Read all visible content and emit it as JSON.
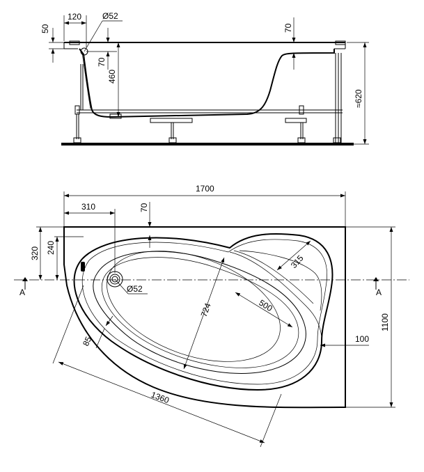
{
  "side_view": {
    "dims": {
      "d120": "120",
      "d52_top": "Ø52",
      "d50": "50",
      "d70_left": "70",
      "d460": "460",
      "d70_right": "70",
      "d620": "≈620"
    }
  },
  "plan_view": {
    "dims": {
      "d1700": "1700",
      "d310": "310",
      "d70": "70",
      "d320": "320",
      "d240": "240",
      "d52": "Ø52",
      "d315": "315",
      "d724": "724",
      "d500": "500",
      "d1100": "1100",
      "d85": "85",
      "d100": "100",
      "d1360": "1360"
    },
    "section_marks": {
      "left": "A",
      "right": "A"
    }
  }
}
